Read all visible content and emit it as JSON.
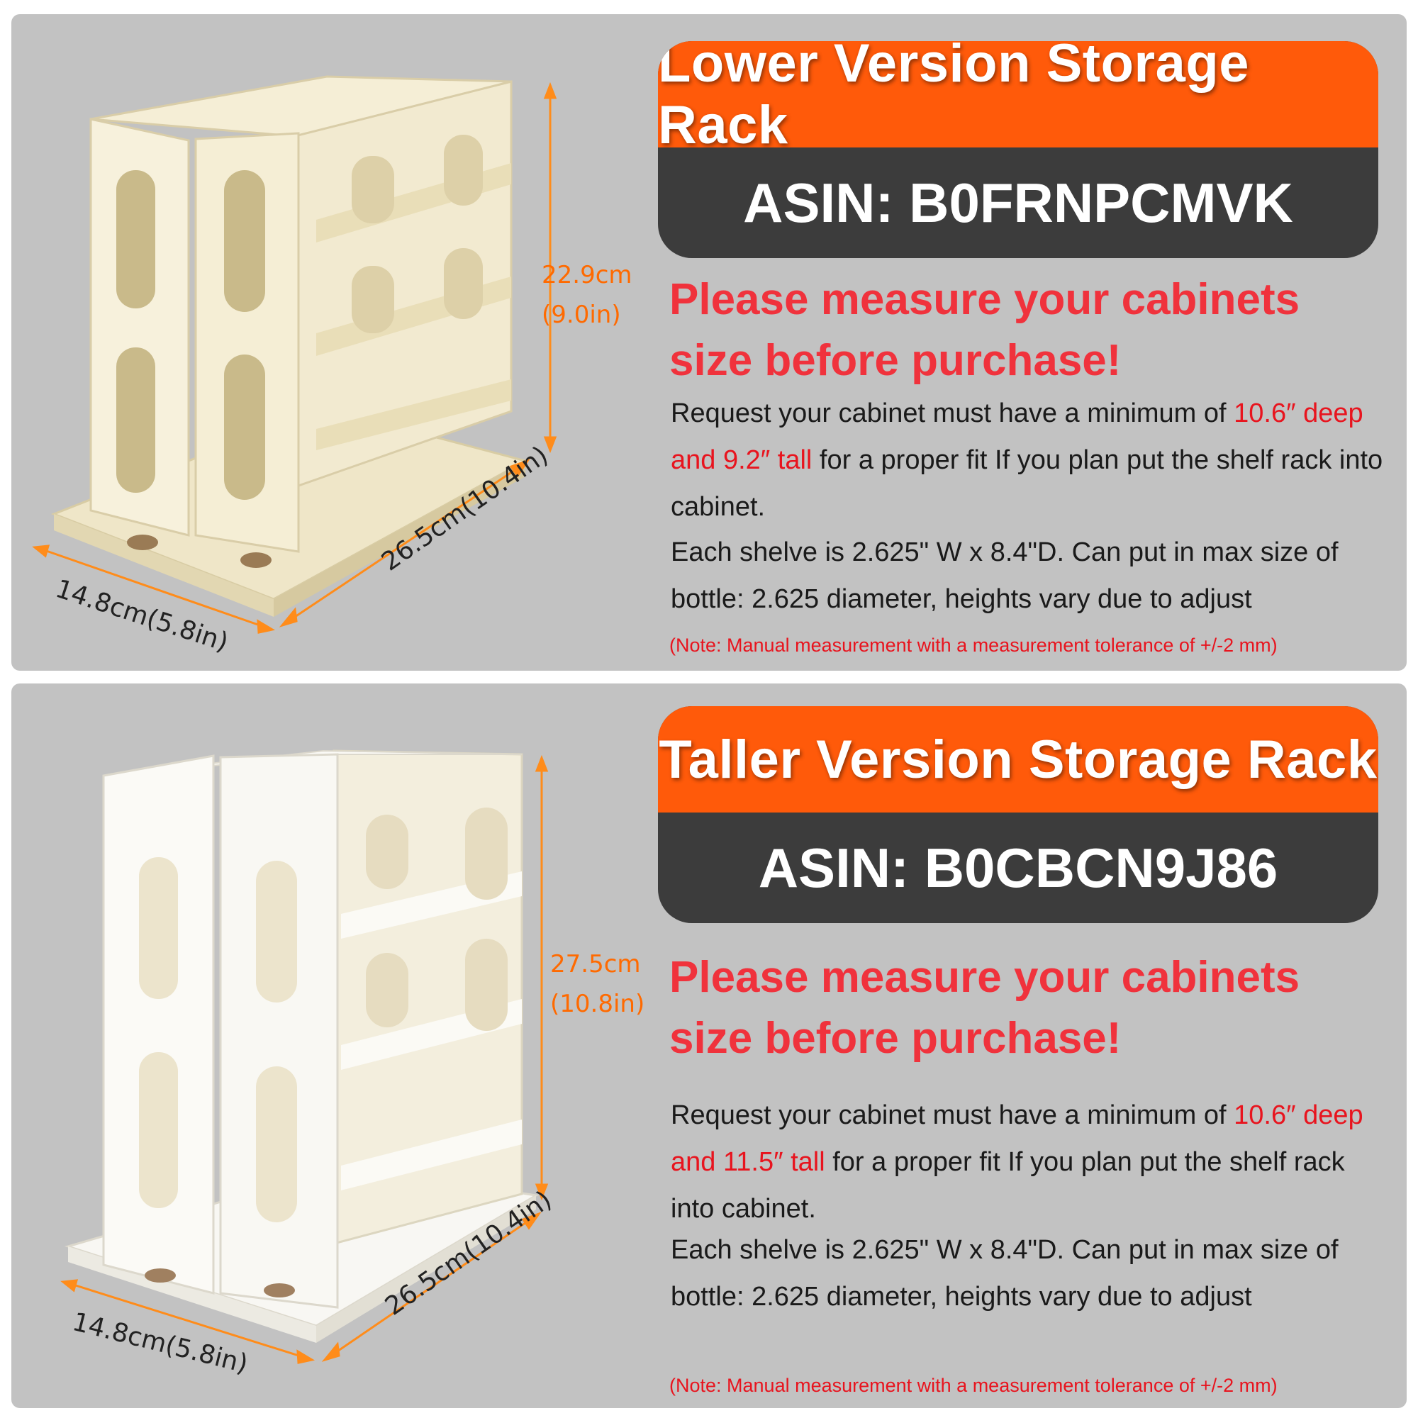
{
  "colors": {
    "panel_bg": "#c2c2c2",
    "header_orange": "#ff5a0a",
    "header_dark": "#3c3c3c",
    "warning_red": "#f0323c",
    "dimension_orange": "#ff8c1a",
    "rack_lower": "#f7f1dc",
    "rack_taller": "#f8f6ef"
  },
  "lower": {
    "title": "Lower Version Storage Rack",
    "asin": "ASIN: B0FRNPCMVK",
    "warning_line1": "Please measure your cabinets",
    "warning_line2": "size before purchase!",
    "req_part1": "Request your cabinet must have a minimum of ",
    "req_red1": "10.6″",
    "req_red2": "deep and 9.2″  tall",
    "req_part2": " for a proper fit If you plan put the shelf rack into cabinet.",
    "shelf_text": "Each shelve is 2.625\" W x 8.4\"D. Can put in max size of bottle: 2.625 diameter, heights vary due to adjust",
    "note": "(Note: Manual measurement with a measurement tolerance of +/-2 mm)",
    "height_cm": "22.9cm",
    "height_in": "(9.0in)",
    "depth": "26.5cm(10.4in)",
    "width": "14.8cm(5.8in)"
  },
  "taller": {
    "title": "Taller Version Storage Rack",
    "asin": "ASIN: B0CBCN9J86",
    "warning_line1": "Please measure your cabinets",
    "warning_line2": "size before purchase!",
    "req_part1": "Request your cabinet must have a minimum of ",
    "req_red1": "10.6″",
    "req_red2": "deep and 11.5″  tall",
    "req_part2": " for a proper fit If you plan put the shelf rack into cabinet.",
    "shelf_text": "Each shelve is 2.625\" W x 8.4\"D. Can put in max size of bottle: 2.625 diameter, heights vary due to adjust",
    "note": "(Note: Manual measurement with a measurement tolerance of +/-2 mm)",
    "height_cm": "27.5cm",
    "height_in": "(10.8in)",
    "depth": "26.5cm(10.4in)",
    "width": "14.8cm(5.8in)"
  }
}
